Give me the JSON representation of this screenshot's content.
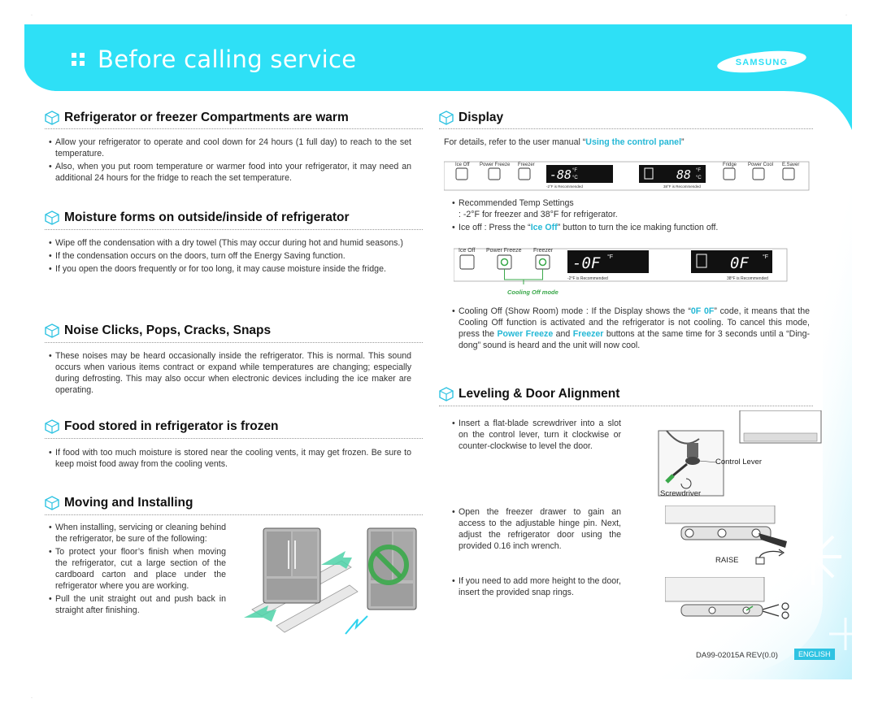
{
  "header": {
    "title": "Before calling service",
    "brand": "SAMSUNG"
  },
  "sections": {
    "warm": {
      "title": "Refrigerator or freezer Compartments are warm",
      "bullets": [
        "Allow your refrigerator to operate and cool down for 24 hours (1 full day) to reach to the set temperature.",
        "Also, when you put room temperature or warmer food into your refrigerator, it may need an additional 24 hours for the fridge to reach the set temperature."
      ]
    },
    "moisture": {
      "title": "Moisture forms on outside/inside of refrigerator",
      "bullets": [
        "Wipe off the condensation with a dry towel (This may occur during hot and humid seasons.)",
        "If the condensation occurs on the doors, turn off the Energy Saving function.",
        "If you open the doors frequently or for too long, it may cause moisture inside the fridge."
      ]
    },
    "noise": {
      "title": "Noise Clicks, Pops, Cracks, Snaps",
      "bullets": [
        "These noises may be heard occasionally inside the refrigerator. This is normal. This sound occurs when various items contract or expand while temperatures are changing; especially during defrosting. This may also occur when electronic devices including the ice maker are operating."
      ]
    },
    "frozen": {
      "title": "Food stored in refrigerator is frozen",
      "bullets": [
        "If food with too much moisture is stored near the cooling vents, it may get frozen. Be sure to keep moist food away from the cooling vents."
      ]
    },
    "moving": {
      "title": "Moving and Installing",
      "bullets": [
        "When installing, servicing or cleaning behind the refrigerator, be sure of the following:",
        "To protect your floor’s finish when moving the refrigerator, cut a large section of the cardboard carton and place under the refrigerator where you are working.",
        "Pull the unit straight out and push back in straight after finishing."
      ]
    },
    "display": {
      "title": "Display",
      "intro_prefix": "For details, refer to the user manual “",
      "intro_link": "Using the control panel",
      "intro_suffix": "”",
      "temp_heading": "Recommended Temp Settings",
      "temp_values": ": -2°F for freezer and 38°F for refrigerator.",
      "ice_off_prefix": "Ice off : Press the “",
      "ice_off_hl": "Ice Off",
      "ice_off_suffix": "” button to turn the ice making function off.",
      "cooling_1": "Cooling Off (Show Room) mode : If the Display shows the “",
      "cooling_code": "0F 0F",
      "cooling_2": "” code, it means that the Cooling Off function is activated and the refrigerator is not cooling. To cancel this mode, press the ",
      "cooling_pf": "Power Freeze",
      "cooling_and": " and ",
      "cooling_fz": "Freezer",
      "cooling_3": " buttons at the same time for 3 seconds until a “Ding-dong” sound is heard and the unit will now cool."
    },
    "leveling": {
      "title": "Leveling & Door Alignment",
      "bullets": [
        "Insert a flat-blade screwdriver into a slot on the control lever, turn it clockwise or counter-clockwise to level the door.",
        "Open the freezer drawer to gain an access to the adjustable hinge pin. Next, adjust the refrigerator door using the provided 0.16 inch wrench.",
        "If you need to add more height to the door, insert the provided snap rings."
      ],
      "control_lever": "Control Lever",
      "screwdriver": "Screwdriver",
      "raise": "RAISE"
    }
  },
  "panel1": {
    "ice_off": "Ice Off",
    "power_freeze": "Power Freeze",
    "freezer": "Freezer",
    "fridge": "Fridge",
    "power_cool": "Power Cool",
    "esaver": "E.Saver",
    "freezer_digits": "-88",
    "fridge_digits": "88",
    "unit_f": "°F",
    "unit_c": "°C",
    "freezer_rec": "-2°F is Recommended",
    "fridge_rec": "38°F is Recommended"
  },
  "panel2": {
    "ice_off": "Ice Off",
    "power_freeze": "Power Freeze",
    "freezer": "Freezer",
    "freezer_digits": "-0F",
    "fridge_digits": "0F",
    "unit_f": "°F",
    "freezer_rec": "-2°F is Recommended",
    "fridge_rec": "38°F is Recommended",
    "cooling_off_mode": "Cooling Off mode"
  },
  "footer": {
    "code": "DA99-02015A REV(0.0)",
    "language": "ENGLISH"
  },
  "colors": {
    "accent": "#2fd3ee",
    "highlight": "#25b8d6",
    "green": "#3aa84a"
  }
}
